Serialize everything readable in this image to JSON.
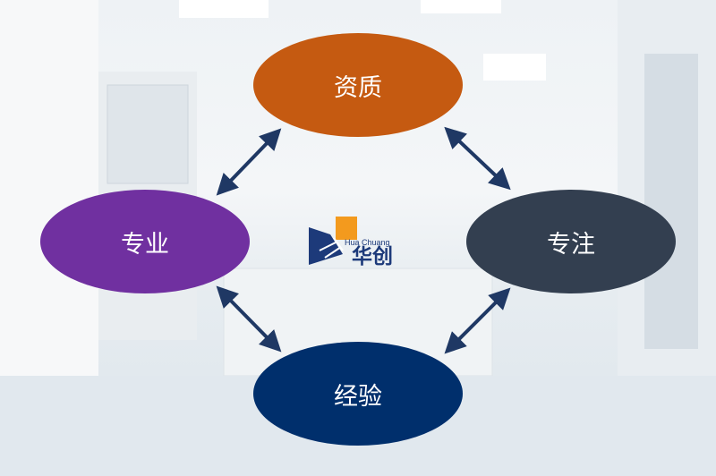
{
  "nodes": [
    {
      "label": "资质",
      "color": "#c55a11"
    },
    {
      "label": "专业",
      "color": "#7030a0"
    },
    {
      "label": "专注",
      "color": "#333f50"
    },
    {
      "label": "经验",
      "color": "#002f6c"
    }
  ],
  "arrow_color": "#1f3864",
  "logo": {
    "latin": "Hua Chuang",
    "chinese": "华创"
  }
}
